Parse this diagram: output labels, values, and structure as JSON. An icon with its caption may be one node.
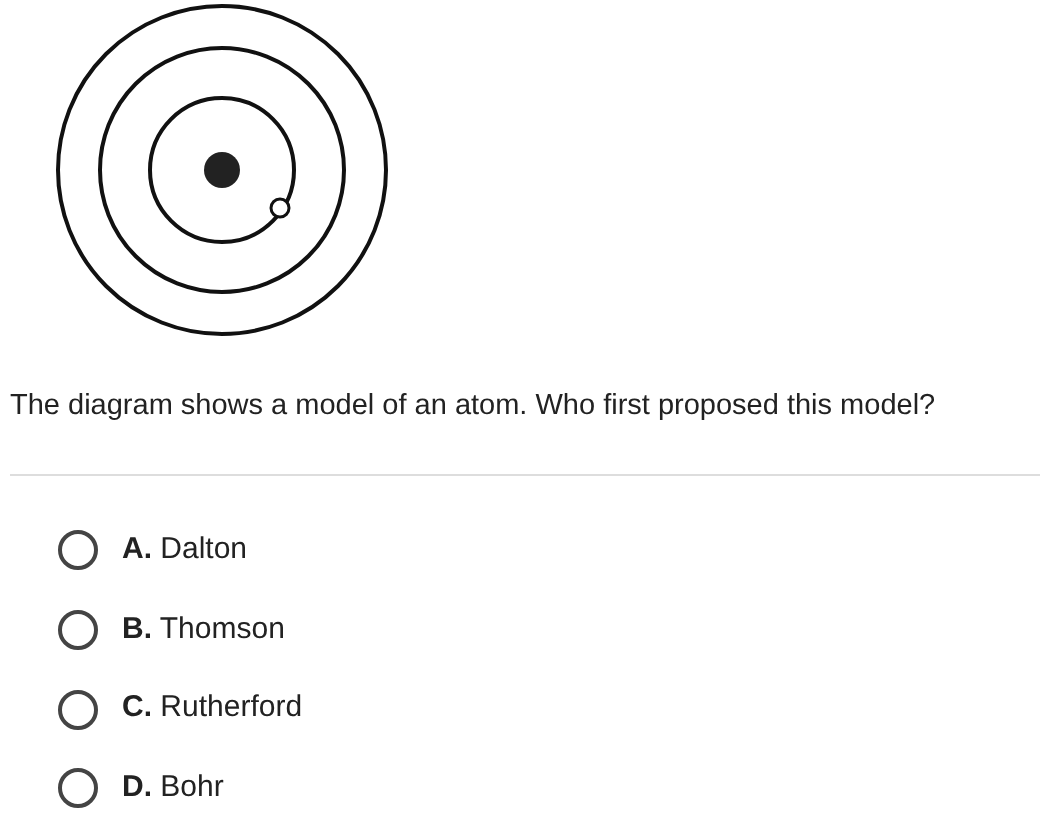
{
  "diagram": {
    "labels": [
      "The diagram shows a model of an atom. Who first proposed this model?",
      "**A.** Dalton",
      "**B.** Thomson",
      "**C.** Rutherford",
      "**D.** Bohr"
    ]
  }
}
